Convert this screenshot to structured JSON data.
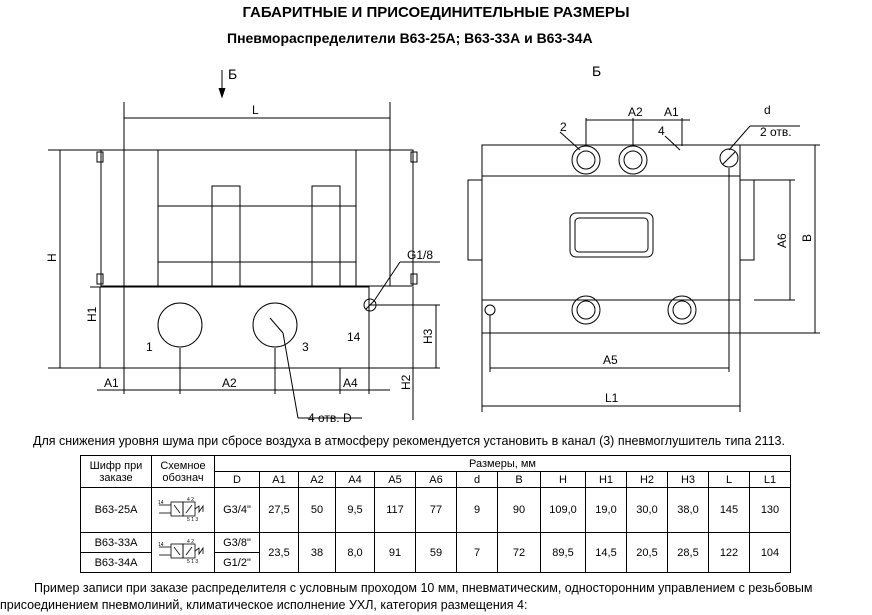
{
  "header": {
    "title": "ГАБАРИТНЫЕ И ПРИСОЕДИНИТЕЛЬНЫЕ РАЗМЕРЫ",
    "subtitle": "Пневмораспределители В63-25А; В63-33А и В63-34А"
  },
  "drawing_labels": {
    "view_arrow": "Б",
    "view_name": "Б",
    "L": "L",
    "H": "H",
    "H1": "H1",
    "H2": "H2",
    "H3": "H3",
    "A1": "A1",
    "A2": "A2",
    "A4": "A4",
    "A5": "A5",
    "A6": "A6",
    "B": "B",
    "L1": "L1",
    "d": "d",
    "thread": "G1/8",
    "port1": "1",
    "port3": "3",
    "port14": "14",
    "port2": "2",
    "port4": "4",
    "holes_d": "2 отв.",
    "holes_D": "4 отв. D"
  },
  "note": "Для снижения уровня шума при сбросе воздуха в атмосферу рекомендуется установить в канал (3) пневмоглушитель типа 2113.",
  "table": {
    "col_code": "Шифр при заказе",
    "col_scheme": "Схемное обознач",
    "col_dims": "Размеры, мм",
    "dims": [
      "D",
      "A1",
      "A2",
      "A4",
      "A5",
      "A6",
      "d",
      "B",
      "H",
      "H1",
      "H2",
      "H3",
      "L",
      "L1"
    ],
    "rows": [
      {
        "code": "В63-25А",
        "D": "G3/4\"",
        "A1": "27,5",
        "A2": "50",
        "A4": "9,5",
        "A5": "117",
        "A6": "77",
        "d": "9",
        "B": "90",
        "H": "109,0",
        "H1": "19,0",
        "H2": "30,0",
        "H3": "38,0",
        "L": "145",
        "L1": "130"
      },
      {
        "code": "В63-33А",
        "D": "G3/8\""
      },
      {
        "code": "В63-34А",
        "D": "G1/2\""
      }
    ],
    "shared": {
      "A1": "23,5",
      "A2": "38",
      "A4": "8,0",
      "A5": "91",
      "A6": "59",
      "d": "7",
      "B": "72",
      "H": "89,5",
      "H1": "14,5",
      "H2": "20,5",
      "H3": "28,5",
      "L": "122",
      "L1": "104"
    }
  },
  "footer": {
    "line1": "Пример записи при заказе распределителя с условным проходом 10 мм, пневматическим, односторонним управлением с резьбовым",
    "line2": "присоединением пневмолиний, климатическое исполнение УХЛ, категория размещения 4:"
  }
}
